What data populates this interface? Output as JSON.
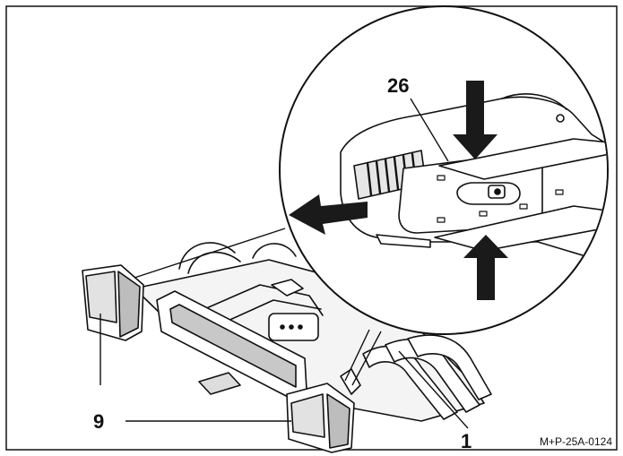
{
  "figure": {
    "callouts": [
      "26",
      "9",
      "1"
    ],
    "reference_code": "M+P-25A-0124"
  },
  "colors": {
    "line": "#111111",
    "fill": "#ffffff",
    "shade": "#d8d8d8",
    "dark": "#1a1a1a"
  }
}
